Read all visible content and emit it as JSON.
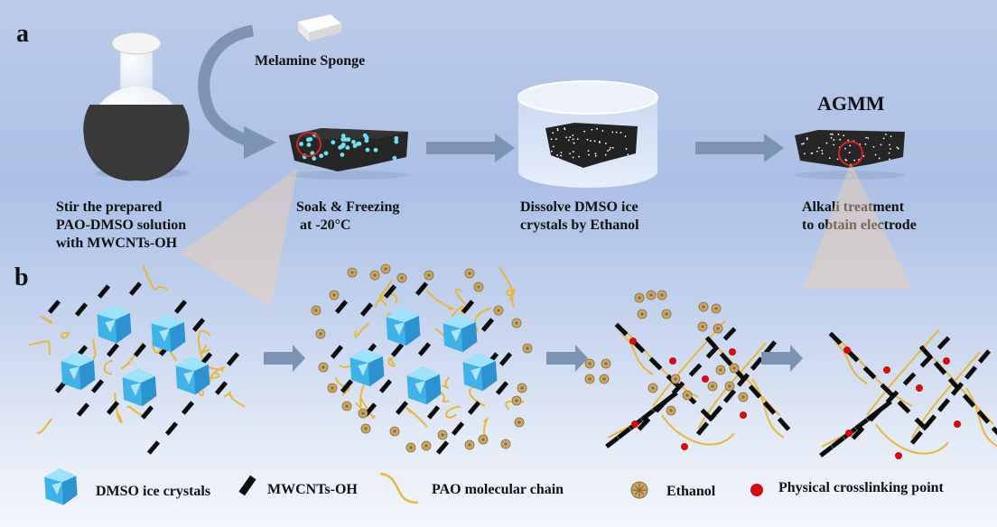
{
  "figure": {
    "panel_a": {
      "label": "a",
      "sponge_label": "Melamine Sponge",
      "product_label": "AGMM",
      "steps": [
        {
          "caption": "Stir the prepared\nPAO-DMSO solution\nwith MWCNTs-OH",
          "icon": "round-bottom-flask-icon"
        },
        {
          "caption": "Soak & Freezing\n at -20°C",
          "icon": "frozen-sponge-icon"
        },
        {
          "caption": "Dissolve DMSO ice\ncrystals by Ethanol",
          "icon": "ethanol-bath-icon"
        },
        {
          "caption": "Alkali treatment\nto obtain electrode",
          "icon": "agmm-electrode-icon"
        }
      ]
    },
    "panel_b": {
      "label": "b",
      "stages": [
        {
          "name": "frozen-network",
          "contents": [
            "DMSO ice crystals",
            "MWCNTs-OH",
            "PAO molecular chain"
          ]
        },
        {
          "name": "ethanol-exchange",
          "contents": [
            "DMSO ice crystals",
            "MWCNTs-OH",
            "PAO molecular chain",
            "Ethanol"
          ]
        },
        {
          "name": "crosslinked-with-ethanol",
          "contents": [
            "MWCNTs-OH",
            "PAO molecular chain",
            "Ethanol",
            "Physical crosslinking point"
          ]
        },
        {
          "name": "crosslinked-final",
          "contents": [
            "MWCNTs-OH",
            "PAO molecular chain",
            "Physical crosslinking point"
          ]
        }
      ]
    },
    "legend": [
      {
        "label": "DMSO ice crystals",
        "icon": "ice-crystal-icon"
      },
      {
        "label": "MWCNTs-OH",
        "icon": "carbon-nanotube-icon"
      },
      {
        "label": "PAO molecular chain",
        "icon": "polymer-chain-icon"
      },
      {
        "label": "Ethanol",
        "icon": "ethanol-molecule-icon"
      },
      {
        "label": "Physical crosslinking point",
        "icon": "crosslink-point-icon"
      }
    ],
    "colors": {
      "ice": "#3fb2e8",
      "cnt": "#0a0a0a",
      "chain": "#e8b83a",
      "ethanol": "#b99a5a",
      "crosslink": "#d10d0d",
      "arrow": "#7d93b3",
      "sponge_dot": "#6fe0ee",
      "highlight_circle": "#d0262a"
    }
  }
}
